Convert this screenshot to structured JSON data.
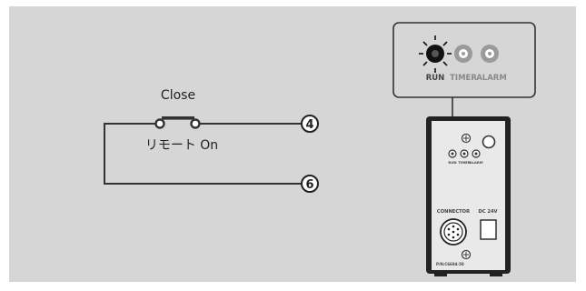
{
  "switch": {
    "state_label": "Close",
    "switch_label": "リモート On"
  },
  "terminals": [
    {
      "number": "4"
    },
    {
      "number": "6"
    }
  ],
  "indicator_panel": {
    "lamps": [
      {
        "label": "RUN",
        "state": "lit"
      },
      {
        "label": "TIMER",
        "state": "off"
      },
      {
        "label": "ALARM",
        "state": "off"
      }
    ]
  },
  "device": {
    "lamp_labels": [
      "RUN",
      "TIMER",
      "ALARM"
    ],
    "connector_label": "CONNECTOR",
    "power_label": "DC 24V",
    "model_label": "P/N:C6694-50"
  },
  "colors": {
    "background": "#d6d6d6",
    "line": "#333333",
    "lamp_lit": "#111111",
    "lamp_off": "#9a9a9a"
  }
}
